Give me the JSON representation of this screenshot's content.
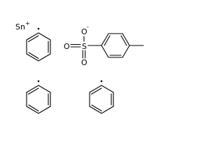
{
  "molecule": {
    "tin": {
      "element": "Sn",
      "charge": "+"
    },
    "sulfonate": {
      "oxygen_top": {
        "element": "O",
        "charge": "-"
      },
      "oxygen_left": {
        "element": "O"
      },
      "oxygen_bottom": {
        "element": "O"
      },
      "sulfur": {
        "element": "S"
      }
    }
  }
}
